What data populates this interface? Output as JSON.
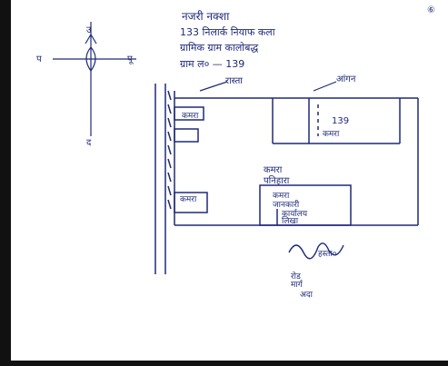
{
  "page_number": "⑥",
  "title_lines": [
    "नजरी नक्शा",
    "133 निलार्क नियाफ कला",
    "ग्रामिक ग्राम कालोबद्ध",
    "ग्राम ल० — 139"
  ],
  "compass": {
    "north": "उ",
    "south": "द",
    "west": "प",
    "east": "पू"
  },
  "labels": {
    "top_left_arrow": "रास्ता",
    "top_right_arrow": "आंगन",
    "left_upper_box": "कमरा",
    "room_right": "139",
    "room_right_sub": "कमरा",
    "middle_text_1": "कमरा",
    "middle_text_2": "पनिहारा",
    "bottom_box_1": "कमरा",
    "bottom_box_2": "जानकारी",
    "bottom_box_3": "कार्यालय",
    "bottom_box_4": "लिखा",
    "left_bottom_box": "कमरा",
    "signature_sub": "हस्ता०",
    "bottom_note_1": "रोड",
    "bottom_note_2": "मार्ग",
    "bottom_note_3": "अदा"
  },
  "colors": {
    "ink": "#1e2a78",
    "paper": "#ffffff",
    "frame": "#111111"
  }
}
